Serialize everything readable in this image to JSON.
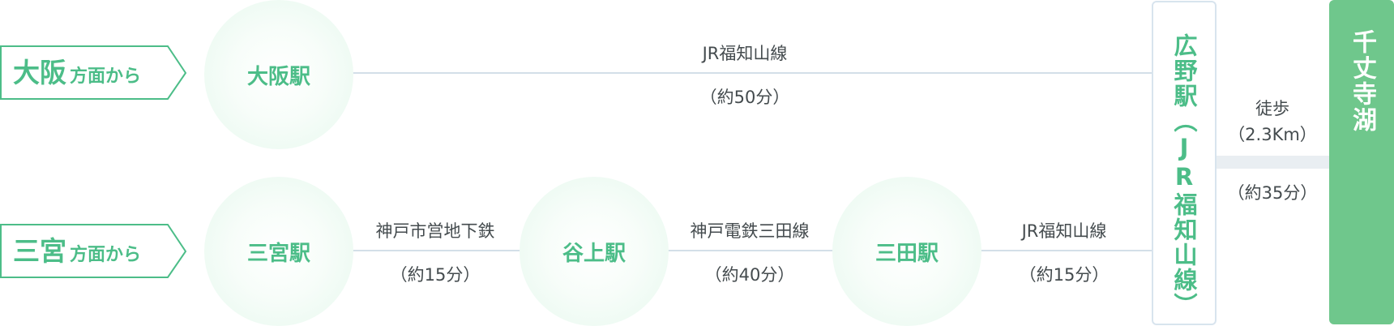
{
  "origins": [
    {
      "name": "大阪",
      "suffix": "方面から"
    },
    {
      "name": "三宮",
      "suffix": "方面から"
    }
  ],
  "stations": {
    "osaka": "大阪駅",
    "sannomiya": "三宮駅",
    "tanigami": "谷上駅",
    "sanda": "三田駅",
    "hirono": "広野駅（JR福知山線）"
  },
  "routes": {
    "osaka_line": {
      "name": "JR福知山線",
      "time": "（約50分）"
    },
    "seg1": {
      "name": "神戸市営地下鉄",
      "time": "（約15分）"
    },
    "seg2": {
      "name": "神戸電鉄三田線",
      "time": "（約40分）"
    },
    "seg3": {
      "name": "JR福知山線",
      "time": "（約15分）"
    },
    "walk": {
      "name": "徒歩",
      "distance": "（2.3Km）",
      "time": "（約35分）"
    }
  },
  "destination": "千丈寺湖",
  "colors": {
    "accent": "#4cbd88",
    "destination_bg": "#6fc78c",
    "line": "#d3dfe8",
    "text": "#444b4e"
  }
}
